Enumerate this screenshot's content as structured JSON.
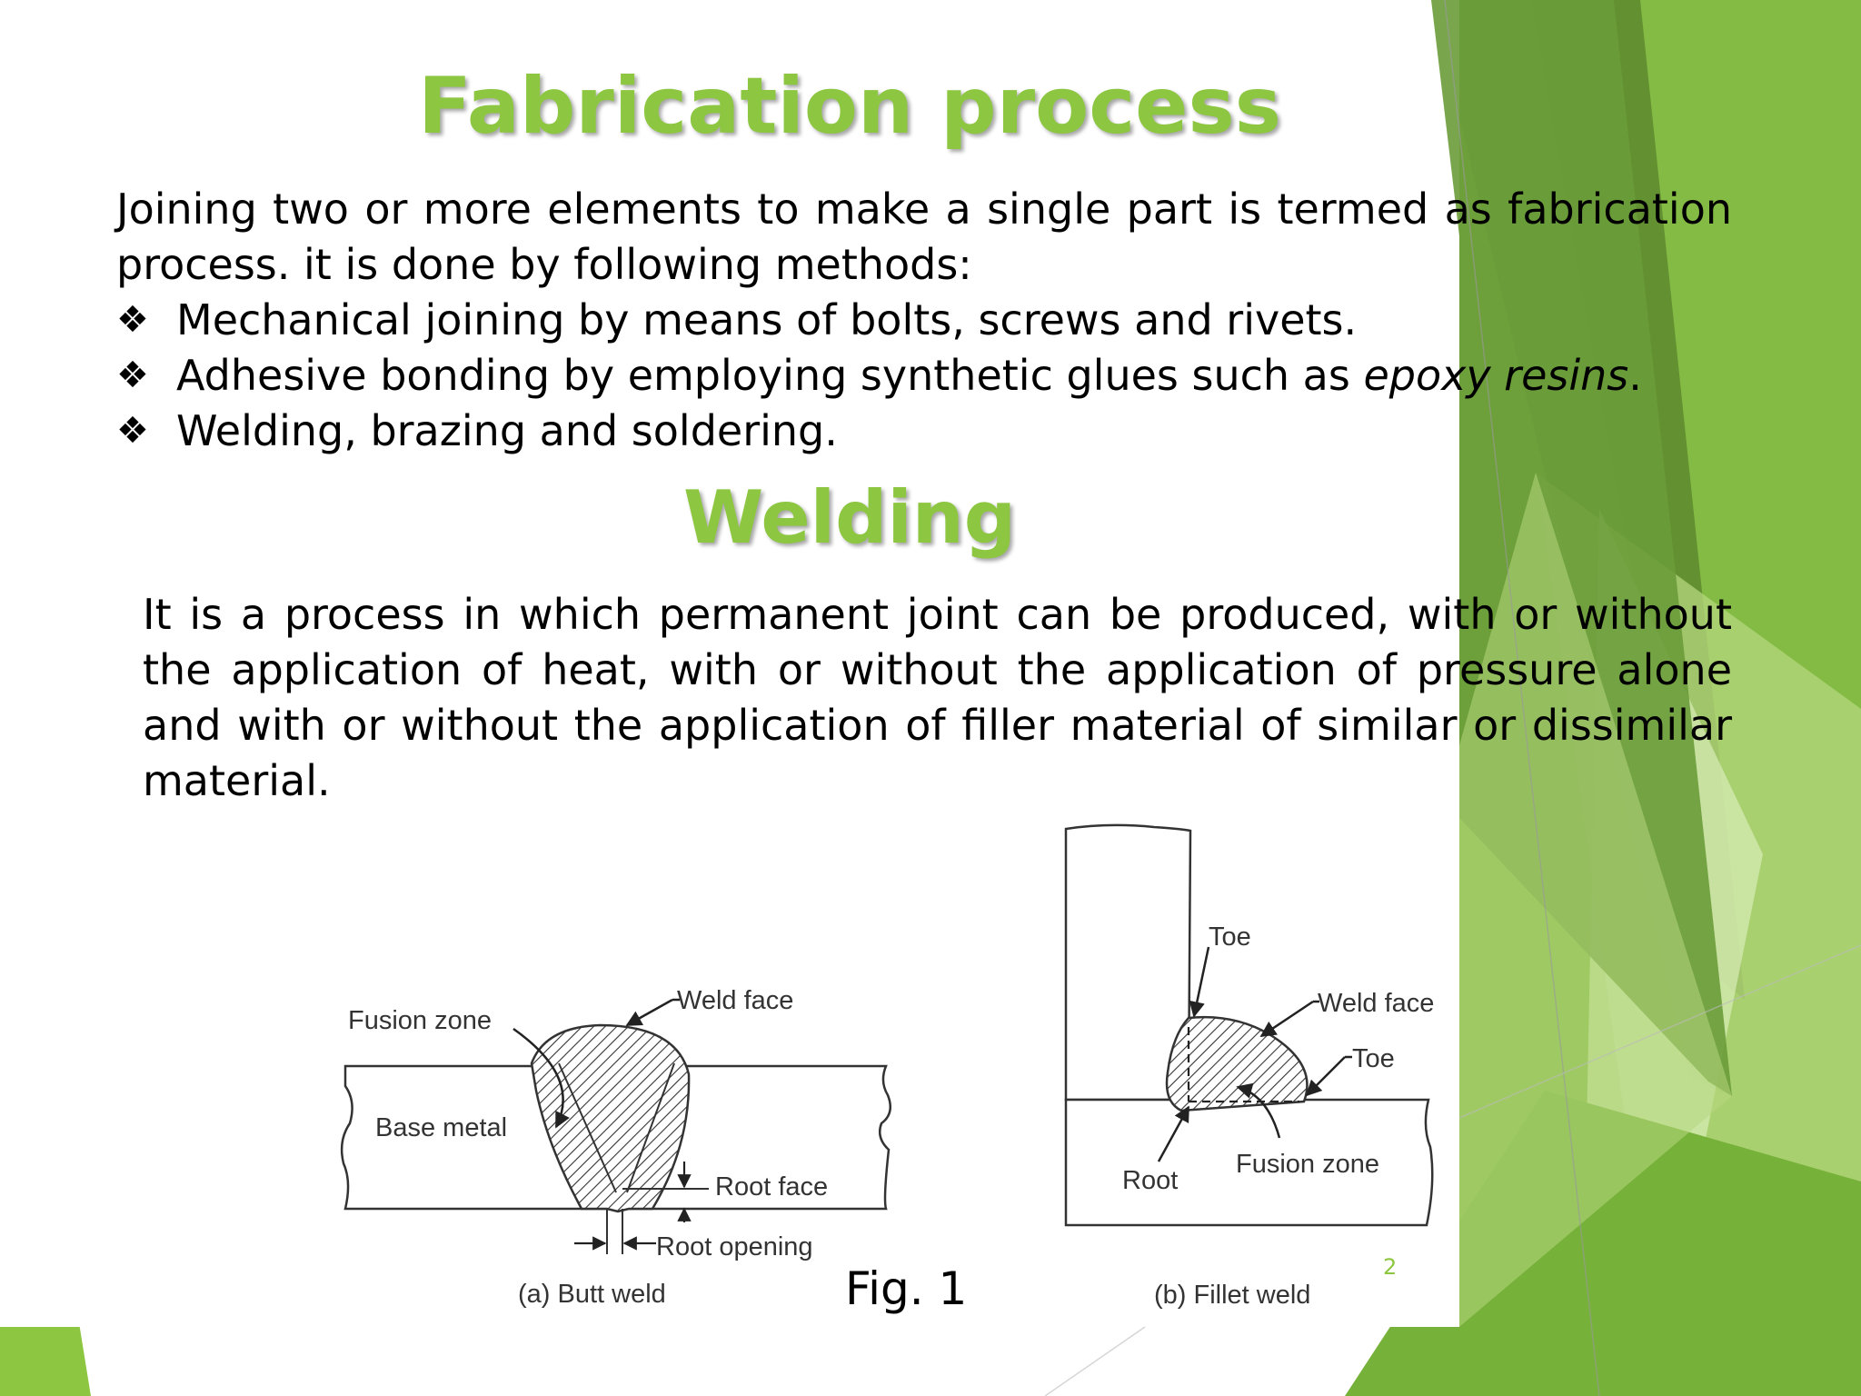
{
  "slide": {
    "title": "Fabrication process",
    "intro": "Joining two or more elements to make a single part is termed as fabrication process. it is done by following methods:",
    "bullet_symbol": "❖",
    "methods": [
      {
        "text": "Mechanical joining by means of bolts, screws and rivets."
      },
      {
        "text_before": "Adhesive bonding by employing synthetic glues such as ",
        "emphasis": "epoxy resins",
        "text_after": "."
      },
      {
        "text": "Welding, brazing and soldering."
      }
    ],
    "welding_title": "Welding",
    "welding_definition": "It is a process in which permanent joint can be produced, with or without the application of heat,  with or without the application of pressure alone and with or without the application of filler material of similar or dissimilar material.",
    "figure": {
      "label": "Fig. 1",
      "butt_weld": {
        "caption": "(a) Butt weld",
        "labels": {
          "fusion_zone": "Fusion zone",
          "weld_face": "Weld face",
          "base_metal": "Base metal",
          "root_face": "Root face",
          "root_opening": "Root opening"
        }
      },
      "fillet_weld": {
        "caption": "(b) Fillet weld",
        "labels": {
          "toe_top": "Toe",
          "weld_face": "Weld face",
          "toe_side": "Toe",
          "root": "Root",
          "fusion_zone": "Fusion zone"
        }
      }
    },
    "page_number": "2"
  },
  "colors": {
    "accent": "#8dc641",
    "dark_green": "#5e8a2e",
    "mid_green": "#77ab3d",
    "light_green": "#c9e29b"
  }
}
